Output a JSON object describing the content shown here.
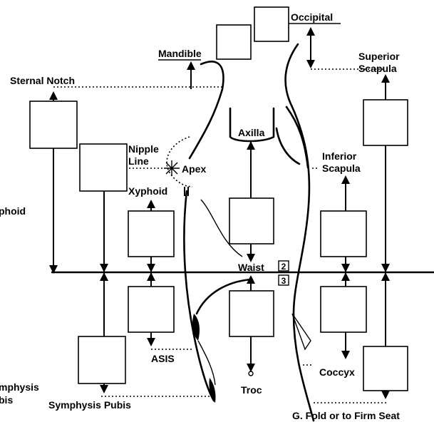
{
  "labels": {
    "occipital": "Occipital",
    "mandible": "Mandible",
    "superior_scapula_1": "Superior",
    "superior_scapula_2": "Scapula",
    "sternal_notch": "Sternal Notch",
    "axilla": "Axilla",
    "nipple_line_1": "Nipple",
    "nipple_line_2": "Line",
    "apex": "Apex",
    "inferior_scapula_1": "Inferior",
    "inferior_scapula_2": "Scapula",
    "xyphoid_left": "phoid",
    "xyphoid": "Xyphoid",
    "waist": "Waist",
    "waist_badge_top": "2",
    "waist_badge_bottom": "3",
    "asis": "ASIS",
    "coccyx": "Coccyx",
    "troc": "Troc",
    "symphysis_left_1": "mphysis",
    "symphysis_left_2": "bis",
    "symphysis_pubis": "Symphysis Pubis",
    "g_fold": "G. Fold or to Firm Seat"
  },
  "colors": {
    "ink": "#000000",
    "paper": "#ffffff"
  }
}
